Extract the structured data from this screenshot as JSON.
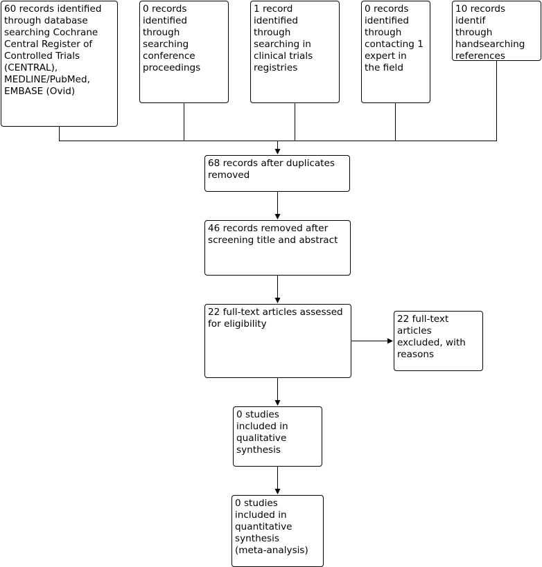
{
  "colors": {
    "stroke": "#000000",
    "background": "#ffffff"
  },
  "identification": {
    "database": "60 records identified\nthrough database\nsearching Cochrane\nCentral Register of\nControlled Trials\n(CENTRAL),\nMEDLINE/PubMed,\nEMBASE (Ovid)",
    "conference": "0 records\nidentified\nthrough\nsearching\nconference\nproceedings",
    "trials_registries": "1 record\nidentified\nthrough\nsearching in\nclinical trials\nregistries",
    "expert": "0 records\nidentified\nthrough\ncontacting 1\nexpert in\nthe field",
    "handsearching": "10 records identif\nthrough\nhandsearching\nreferences"
  },
  "after_duplicates": "68 records after duplicates\nremoved",
  "screening_removed": "46 records removed after\nscreening title and abstract",
  "full_text_assessed": "22 full-text articles assessed\nfor eligibility",
  "full_text_excluded": "22 full-text\narticles\nexcluded, with\nreasons",
  "qualitative": "0 studies\nincluded in\nqualitative\nsynthesis",
  "quantitative": "0 studies\nincluded in\nquantitative\nsynthesis\n(meta-analysis)"
}
